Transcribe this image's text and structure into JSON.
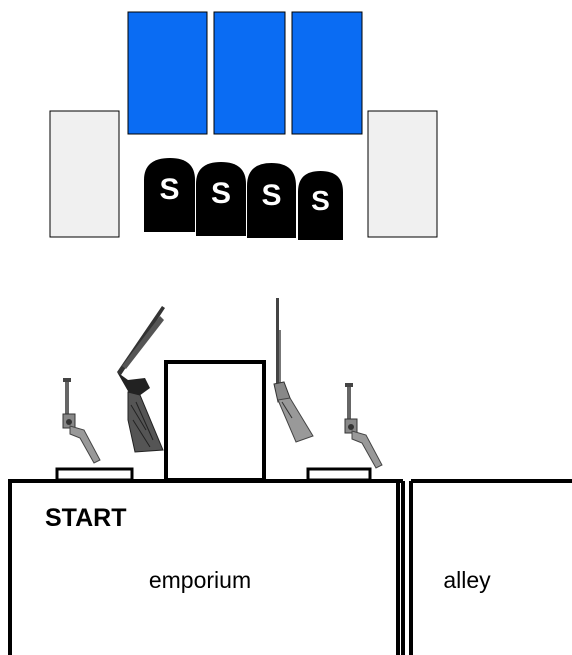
{
  "targets": {
    "steel_plate_letter": "S",
    "plates": [
      {
        "label": "S"
      },
      {
        "label": "S"
      },
      {
        "label": "S"
      },
      {
        "label": "S"
      }
    ],
    "colors": {
      "paper_target": "#0a6cf3",
      "no_shoot_target": "#f0f0f0",
      "steel_plate": "#000000",
      "plate_letter": "#ffffff"
    }
  },
  "props": {
    "guns": [
      {
        "kind": "revolver",
        "icon": "revolver-icon"
      },
      {
        "kind": "shotgun",
        "icon": "shotgun-icon"
      },
      {
        "kind": "rifle",
        "icon": "rifle-icon"
      },
      {
        "kind": "revolver",
        "icon": "revolver-icon"
      }
    ]
  },
  "stage": {
    "start_label": "START",
    "bays": [
      {
        "label": "emporium"
      },
      {
        "label": "alley"
      }
    ]
  }
}
